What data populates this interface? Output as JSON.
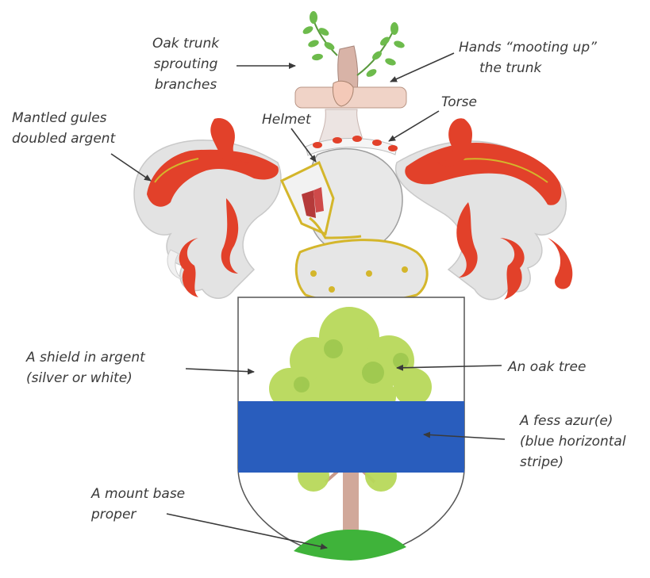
{
  "annotations": [
    {
      "id": "oak-trunk",
      "lines": [
        "Oak trunk",
        "sprouting",
        "branches"
      ]
    },
    {
      "id": "hands",
      "lines": [
        "Hands “mooting up”",
        "the trunk"
      ]
    },
    {
      "id": "torse",
      "lines": [
        "Torse"
      ]
    },
    {
      "id": "helmet",
      "lines": [
        "Helmet"
      ]
    },
    {
      "id": "mantling",
      "lines": [
        "Mantled gules",
        "doubled argent"
      ]
    },
    {
      "id": "shield",
      "lines": [
        "A shield in argent",
        "(silver or white)"
      ]
    },
    {
      "id": "oak-tree",
      "lines": [
        "An oak tree"
      ]
    },
    {
      "id": "fess",
      "lines": [
        "A fess azur(e)",
        "(blue horizontal",
        "stripe)"
      ]
    },
    {
      "id": "mount",
      "lines": [
        "A mount base",
        "proper"
      ]
    }
  ],
  "colors": {
    "gules": "#e2412a",
    "argent": "#e9e9e9",
    "azure": "#2c62c4",
    "oak_leaves": "#b6d85a",
    "mount": "#3fb33a",
    "trunk": "#c79a86",
    "helmet_trim": "#d4b62b",
    "text": "#3a3a3a"
  }
}
